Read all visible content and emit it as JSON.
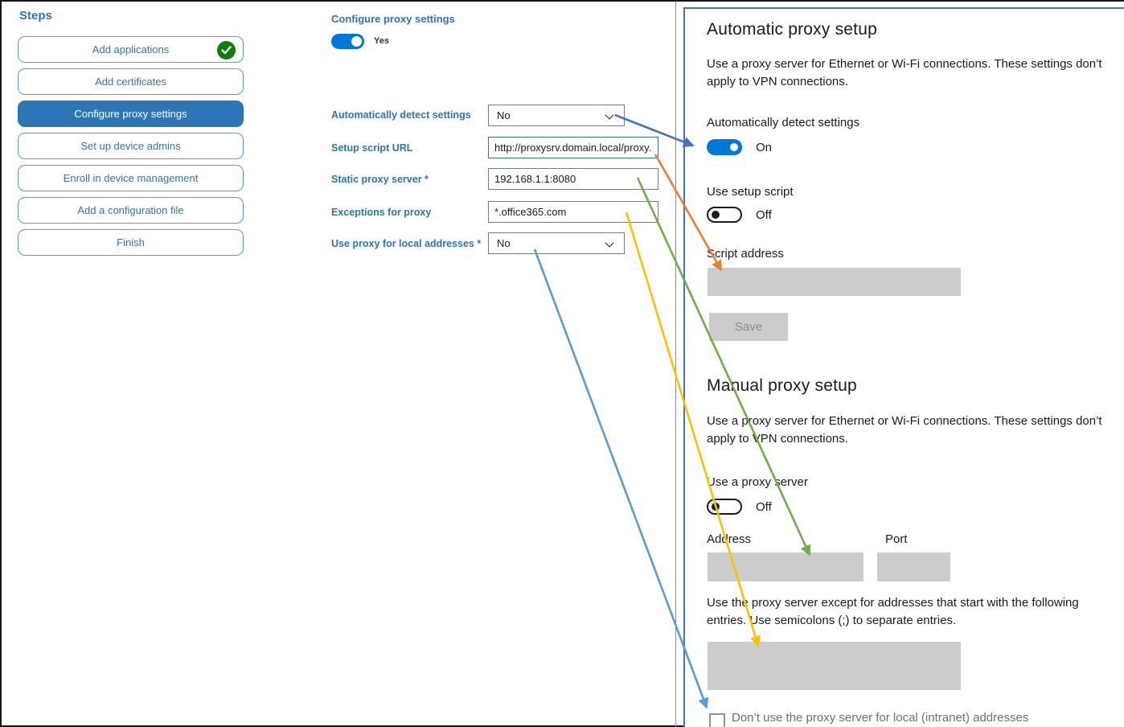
{
  "steps_panel": {
    "title": "Steps",
    "items": [
      {
        "label": "Add applications",
        "status": "completed"
      },
      {
        "label": "Add certificates",
        "status": "normal"
      },
      {
        "label": "Configure proxy settings",
        "status": "active"
      },
      {
        "label": "Set up device admins",
        "status": "normal"
      },
      {
        "label": "Enroll in device management",
        "status": "normal"
      },
      {
        "label": "Add a configuration file",
        "status": "normal"
      },
      {
        "label": "Finish",
        "status": "normal"
      }
    ]
  },
  "config_form": {
    "title": "Configure proxy settings",
    "enabled_toggle": {
      "state": "on",
      "label": "Yes"
    },
    "fields": [
      {
        "label": "Automatically detect settings",
        "type": "select",
        "value": "No"
      },
      {
        "label": "Setup script URL",
        "type": "text",
        "value": "http://proxysrv.domain.local/proxy.pa",
        "focused": true
      },
      {
        "label": "Static proxy server *",
        "type": "text",
        "value": "192.168.1.1:8080"
      },
      {
        "label": "Exceptions for proxy",
        "type": "text",
        "value": "*.office365.com"
      },
      {
        "label": "Use proxy for local addresses *",
        "type": "select",
        "value": "No"
      }
    ]
  },
  "settings_panel": {
    "automatic_section": {
      "heading": "Automatic proxy setup",
      "description": "Use a proxy server for Ethernet or Wi-Fi connections. These settings don’t apply to VPN connections.",
      "auto_detect_label": "Automatically detect settings",
      "auto_detect_state": "On",
      "setup_script_label": "Use setup script",
      "setup_script_state": "Off",
      "script_address_label": "Script address",
      "save_button": "Save"
    },
    "manual_section": {
      "heading": "Manual proxy setup",
      "description": "Use a proxy server for Ethernet or Wi-Fi connections. These settings don’t apply to VPN connections.",
      "use_proxy_label": "Use a proxy server",
      "use_proxy_state": "Off",
      "address_label": "Address",
      "port_label": "Port",
      "exceptions_description": "Use the proxy server except for addresses that start with the following entries. Use semicolons (;) to separate entries.",
      "local_addresses_checkbox": "Don’t use the proxy server for local (intranet) addresses"
    }
  },
  "colors": {
    "accent_blue": "#0078D7",
    "step_selected": "#2E75B6",
    "step_border": "#5B9BD5",
    "step_text": "#2E74B5",
    "completed_green": "#107C10",
    "panel_frame": "#4472C4",
    "disabled_gray": "#CCCCCC",
    "arrow_dark_blue": "#4472C4",
    "arrow_orange": "#ED7D31",
    "arrow_green": "#70AD47",
    "arrow_yellow": "#FFC000",
    "arrow_light_blue": "#5B9BD5"
  }
}
